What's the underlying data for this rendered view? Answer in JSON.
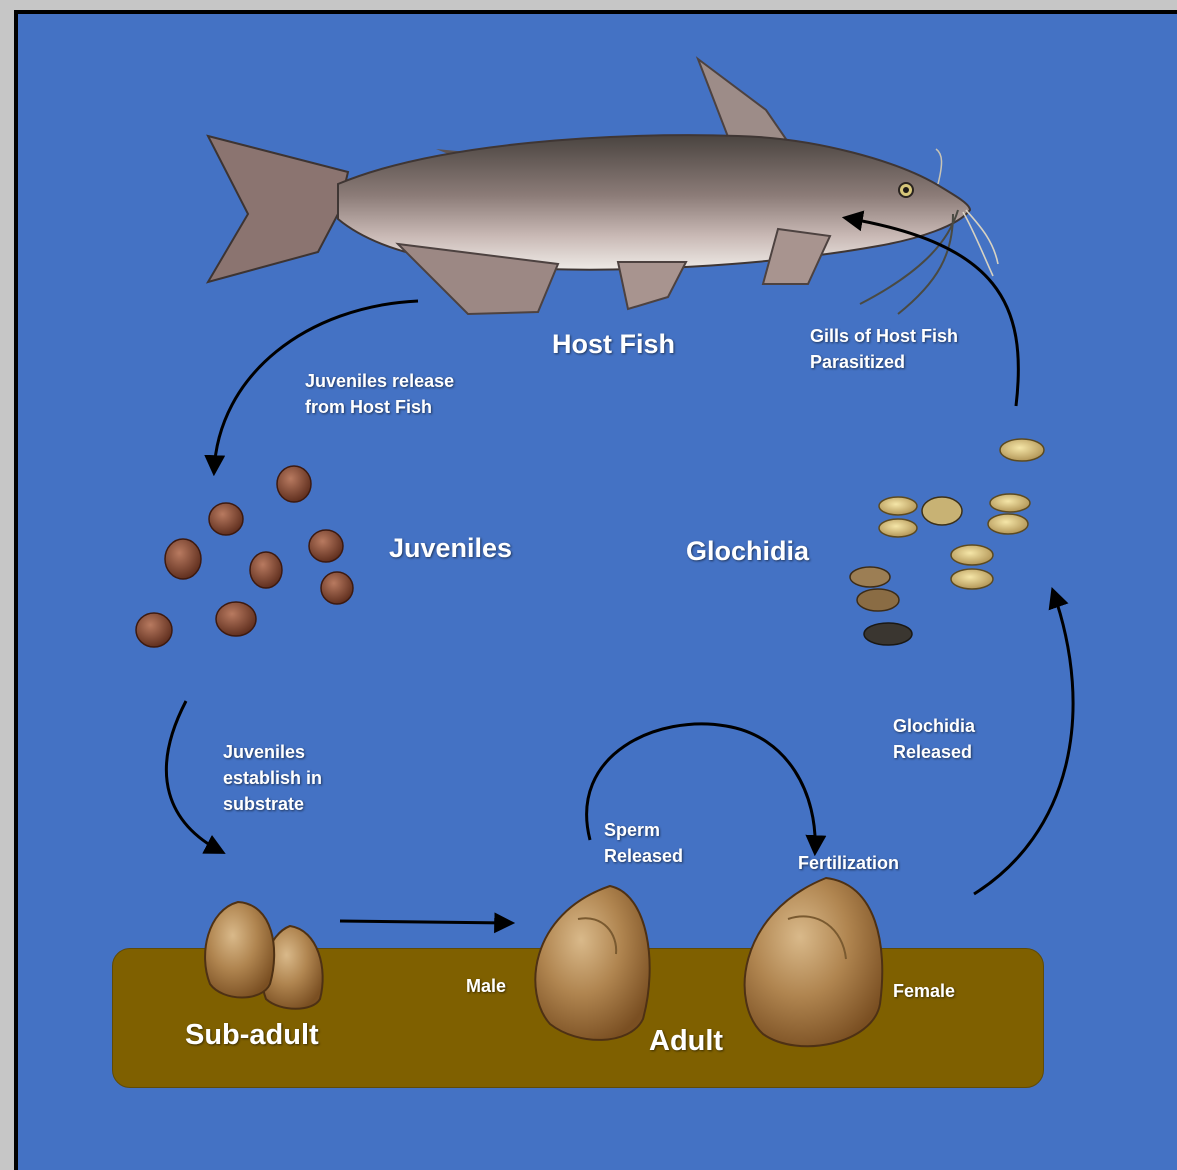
{
  "diagram": {
    "stages": {
      "host_fish": "Host Fish",
      "juveniles": "Juveniles",
      "glochidia": "Glochidia",
      "sub_adult": "Sub-adult",
      "adult": "Adult"
    },
    "transitions": {
      "juveniles_release": [
        "Juveniles release",
        "from Host Fish"
      ],
      "juveniles_establish": [
        "Juveniles",
        "establish in",
        "substrate"
      ],
      "sperm_released": [
        "Sperm",
        "Released"
      ],
      "fertilization": "Fertilization",
      "glochidia_released": [
        "Glochidia",
        "Released"
      ],
      "gills_parasitized": [
        "Gills of Host Fish",
        "Parasitized"
      ]
    },
    "sexes": {
      "male": "Male",
      "female": "Female"
    },
    "colors": {
      "background": "#4472c4",
      "substrate": "#7f6000",
      "text": "#ffffff",
      "arrows": "#000000"
    }
  }
}
